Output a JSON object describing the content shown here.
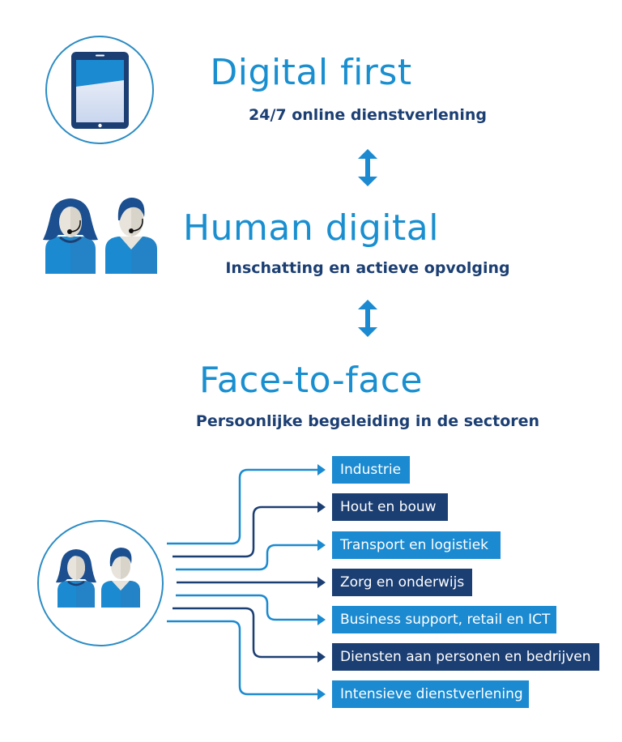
{
  "colors": {
    "accent_light": "#1b8ad0",
    "accent_dark": "#1c3f73",
    "circle_stroke": "#2b8cc4",
    "skin": "#e8e4dc"
  },
  "tiers": [
    {
      "title": "Digital first",
      "subtitle": "24/7 online dienstverlening",
      "icon": "tablet-icon"
    },
    {
      "title": "Human digital",
      "subtitle": "Inschatting en actieve opvolging",
      "icon": "call-center-agents-icon"
    },
    {
      "title": "Face-to-face",
      "subtitle": "Persoonlijke begeleiding in de sectoren",
      "icon": "people-icon"
    }
  ],
  "connectors": [
    {
      "icon": "double-arrow-vertical-icon"
    },
    {
      "icon": "double-arrow-vertical-icon"
    }
  ],
  "sectors": [
    {
      "label": "Industrie",
      "style": "light"
    },
    {
      "label": "Hout en bouw",
      "style": "dark"
    },
    {
      "label": "Transport en logistiek",
      "style": "light"
    },
    {
      "label": "Zorg en onderwijs",
      "style": "dark"
    },
    {
      "label": "Business support, retail en ICT",
      "style": "light"
    },
    {
      "label": "Diensten aan personen en bedrijven",
      "style": "dark"
    },
    {
      "label": "Intensieve dienstverlening",
      "style": "light"
    }
  ]
}
